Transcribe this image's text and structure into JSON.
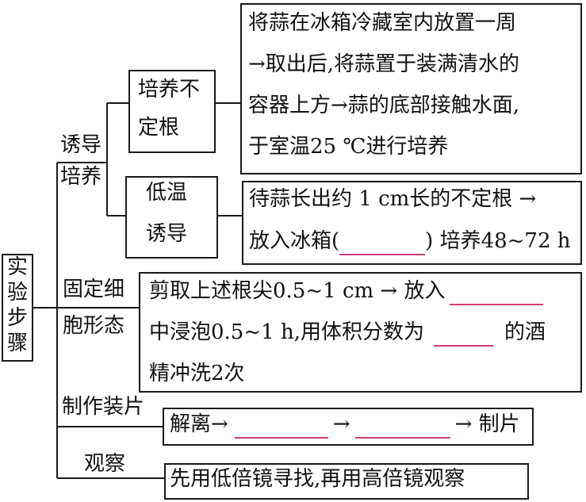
{
  "root": {
    "l1": "实",
    "l2": "验",
    "l3": "步",
    "l4": "骤"
  },
  "s1": {
    "label_l1": "诱导",
    "label_l2": "培养"
  },
  "s1a": {
    "label_l1": "培养不",
    "label_l2": "定根"
  },
  "s1a_desc": {
    "l1": "将蒜在冰箱冷藏室内放置一周",
    "l2": "→取出后,将蒜置于装满清水的",
    "l3": "容器上方→蒜的底部接触水面,",
    "l4": "于室温25 ℃进行培养"
  },
  "s1b": {
    "label_l1": "低温",
    "label_l2": "诱导"
  },
  "s1b_desc": {
    "l1": "待蒜长出约 1 cm长的不定根 →",
    "l2_a": "放入冰箱(",
    "l2_b": ") 培养48~72 h"
  },
  "s2": {
    "label_l1": "固定细",
    "label_l2": "胞形态"
  },
  "s2_desc": {
    "l1": "剪取上述根尖0.5~1 cm  → 放入",
    "l2_a": "中浸泡0.5~1 h,用体积分数为",
    "l2_b": "的酒",
    "l3": "精冲洗2次"
  },
  "s3": {
    "label": "制作装片"
  },
  "s3_desc": {
    "a": "解离→",
    "arrow": "→",
    "b": "→ 制片"
  },
  "s4": {
    "label": "观察"
  },
  "s4_desc": "先用低倍镜寻找,再用高倍镜观察",
  "colors": {
    "line": "#1a1a1a",
    "blank": "#d23c78"
  }
}
